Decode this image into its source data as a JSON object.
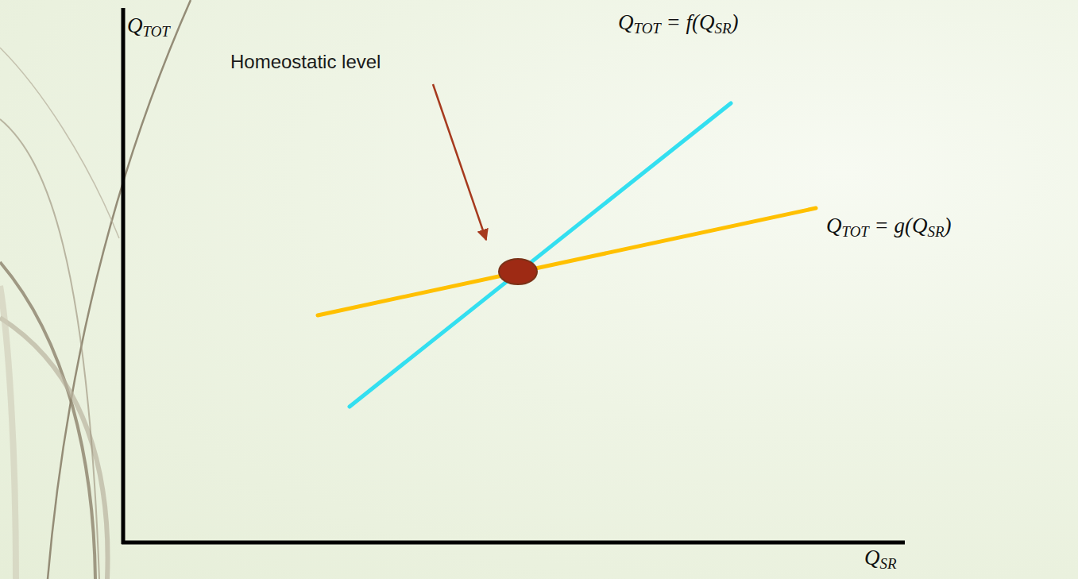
{
  "diagram": {
    "labels": [
      "QTOT",
      "QTOT = f(QSR)",
      "Homeostatic level",
      "QTOT = g(QSR)",
      "QSR"
    ]
  }
}
